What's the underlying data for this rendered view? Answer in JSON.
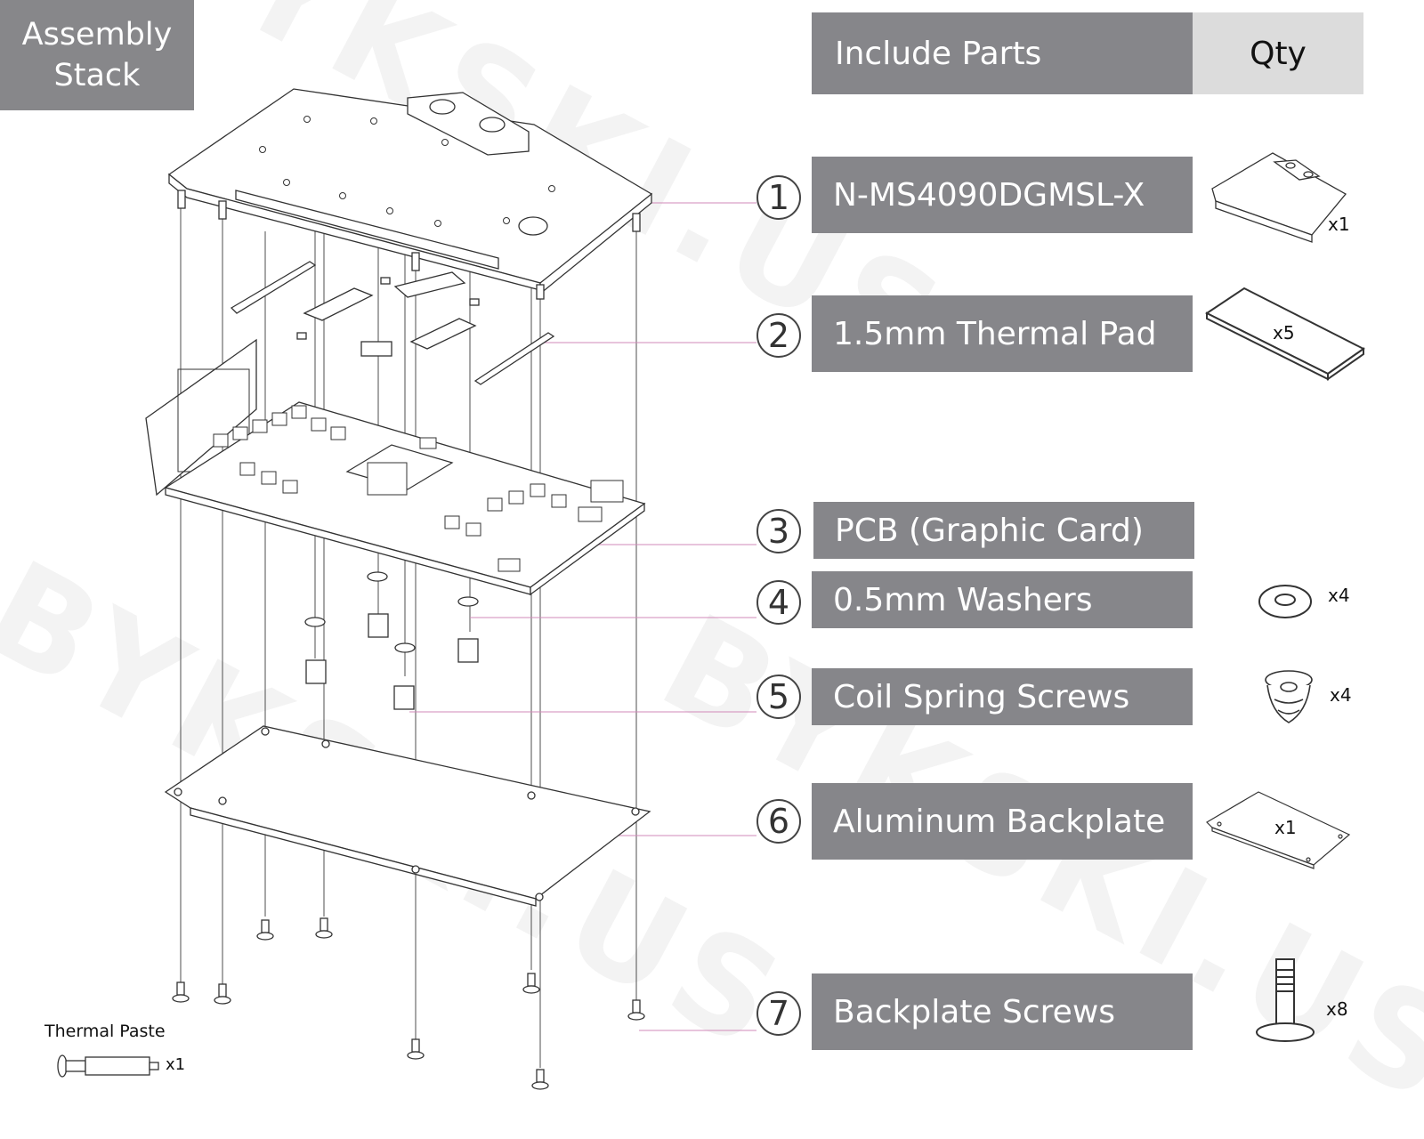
{
  "watermark": "BYKSKI.US",
  "stack_label": [
    "Assembly",
    "Stack"
  ],
  "header": {
    "parts": "Include Parts",
    "qty": "Qty"
  },
  "parts": [
    {
      "number": "1",
      "name": "N-MS4090DGMSL-X",
      "qty": "x1"
    },
    {
      "number": "2",
      "name": "1.5mm Thermal Pad",
      "qty": "x5"
    },
    {
      "number": "3",
      "name": "PCB (Graphic Card)",
      "qty": ""
    },
    {
      "number": "4",
      "name": "0.5mm Washers",
      "qty": "x4"
    },
    {
      "number": "5",
      "name": "Coil Spring Screws",
      "qty": "x4"
    },
    {
      "number": "6",
      "name": "Aluminum Backplate",
      "qty": "x1"
    },
    {
      "number": "7",
      "name": "Backplate Screws",
      "qty": "x8"
    }
  ],
  "thermal_paste": {
    "label": "Thermal Paste",
    "qty": "x1"
  }
}
